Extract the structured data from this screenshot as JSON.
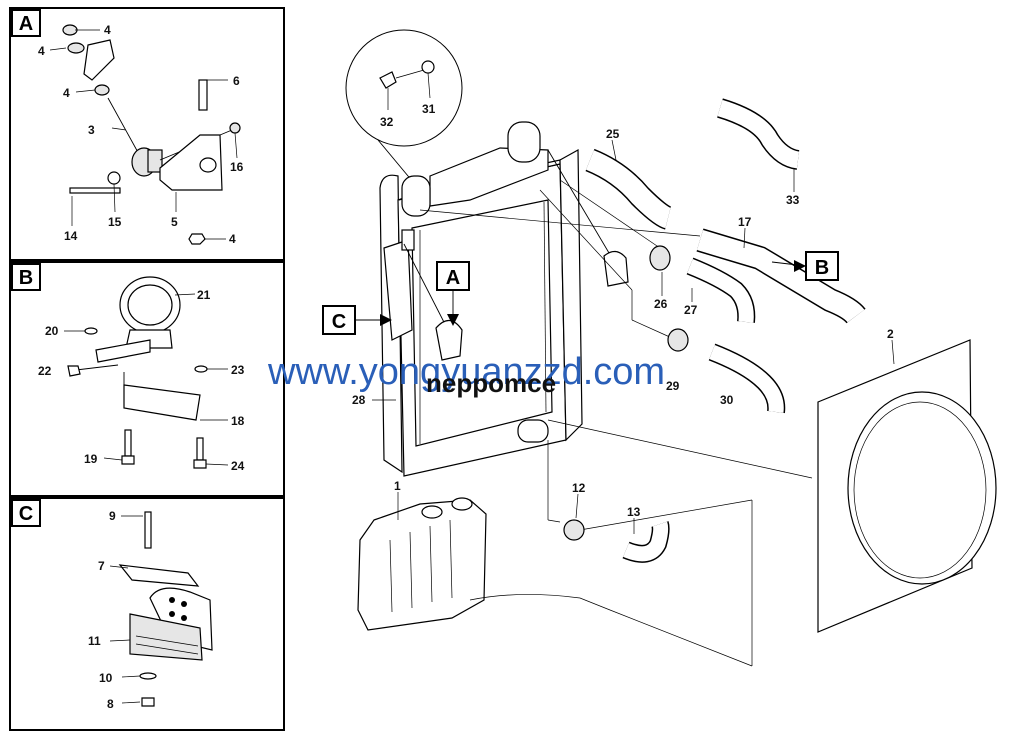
{
  "panels": {
    "a": {
      "letter": "A"
    },
    "b": {
      "letter": "B"
    },
    "c": {
      "letter": "C"
    }
  },
  "callouts": {
    "a": "A",
    "b": "B",
    "c": "C"
  },
  "part_numbers": {
    "p1": "1",
    "p2": "2",
    "p3": "3",
    "p4": "4",
    "p5": "5",
    "p6": "6",
    "p7": "7",
    "p8": "8",
    "p9": "9",
    "p10": "10",
    "p11": "11",
    "p12": "12",
    "p13": "13",
    "p14": "14",
    "p15": "15",
    "p16": "16",
    "p17": "17",
    "p18": "18",
    "p19": "19",
    "p20": "20",
    "p21": "21",
    "p22": "22",
    "p23": "23",
    "p24": "24",
    "p25": "25",
    "p26": "26",
    "p27": "27",
    "p28": "28",
    "p29": "29",
    "p30": "30",
    "p31": "31",
    "p32": "32",
    "p33": "33"
  },
  "watermark": {
    "text": "www.yongyuanzzd.com",
    "overlay": "neppomce"
  }
}
